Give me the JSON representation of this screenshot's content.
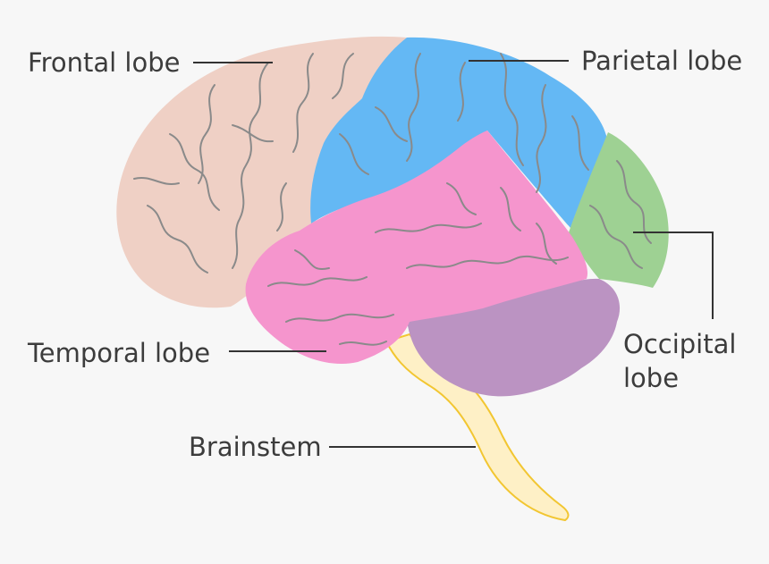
{
  "labels": {
    "frontal": "Frontal lobe",
    "parietal": "Parietal lobe",
    "temporal": "Temporal lobe",
    "occipital_line1": "Occipital",
    "occipital_line2": "lobe",
    "brainstem": "Brainstem"
  },
  "colors": {
    "background": "#f7f7f7",
    "frontal": "#efd0c5",
    "parietal": "#64b8f4",
    "temporal": "#f595cd",
    "occipital": "#9ed193",
    "cerebellum": "#bb93c2",
    "brainstem": "#fef0c6",
    "brainstem_outline": "#f2c631",
    "sulci": "#8a8a8a",
    "leader_lines": "#333333",
    "text": "#3c3c3c"
  }
}
